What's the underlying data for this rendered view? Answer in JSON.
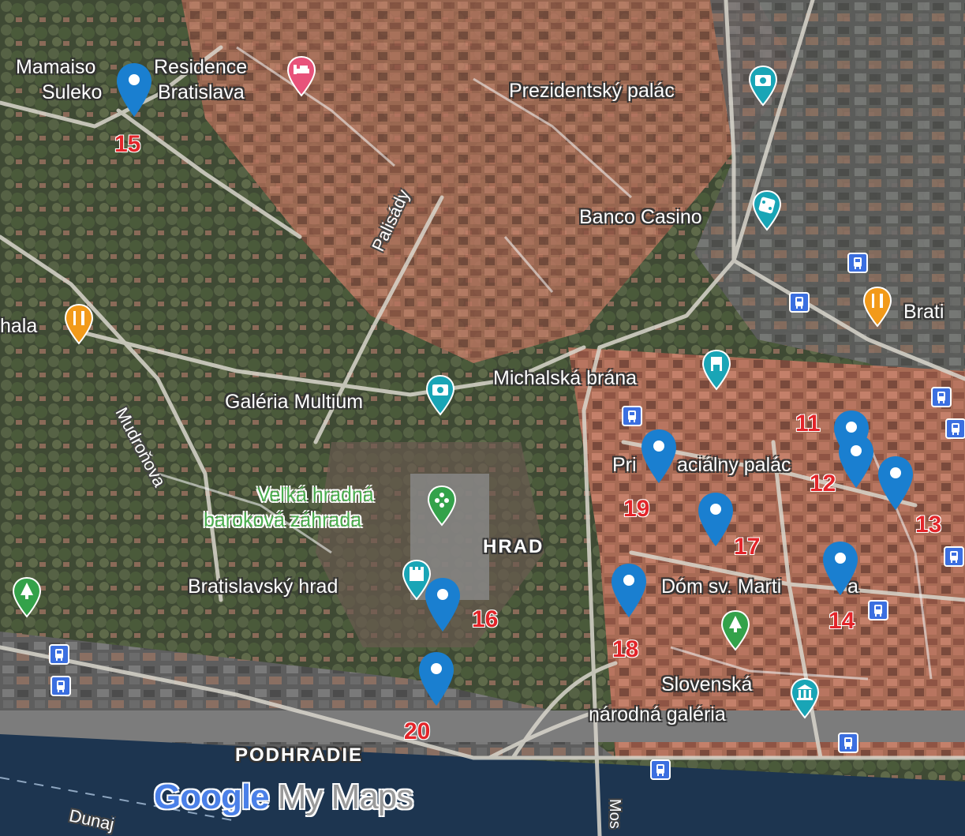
{
  "colors": {
    "marker": "#1a7fd0",
    "number": "#e3252a",
    "river": "#1d3550",
    "tram": "#3b6fe0",
    "poi_teal": "#19a5b6",
    "poi_orange": "#f29a1a",
    "poi_green": "#33a24a",
    "poi_pink": "#e8527a"
  },
  "places": {
    "mamaison": "Mamaiso",
    "residence": "Residence",
    "suleko": "Suleko",
    "bratislava": "Bratislava",
    "prezidentsky": "Prezidentský palác",
    "banco": "Banco Casino",
    "hala": "hala",
    "brati": "Brati",
    "michalska": "Michalská brána",
    "galeria": "Galéria Multium",
    "velka": "Veľká hradná",
    "barokova": "baroková záhrada",
    "hrad": "HRAD",
    "bratislavsky": "Bratislavský hrad",
    "primacialny_a": "Pri",
    "primacialny_b": "aciálny palác",
    "dom": "Dóm sv. Marti",
    "dom_end": "a",
    "slovenska": "Slovenská",
    "narodna": "národná galéria",
    "podhradie": "PODHRADIE"
  },
  "streets": {
    "palisady": "Palisády",
    "mudronova": "Mudroňova",
    "dunaj": "Dunaj",
    "most": "Mos"
  },
  "markers": [
    {
      "id": "15",
      "label": "15"
    },
    {
      "id": "11",
      "label": "11"
    },
    {
      "id": "12",
      "label": "12"
    },
    {
      "id": "13",
      "label": "13"
    },
    {
      "id": "14",
      "label": "14"
    },
    {
      "id": "16",
      "label": "16"
    },
    {
      "id": "17",
      "label": "17"
    },
    {
      "id": "18",
      "label": "18"
    },
    {
      "id": "19",
      "label": "19"
    },
    {
      "id": "20",
      "label": "20"
    }
  ],
  "icons": {
    "hotel": "bed-icon",
    "camera": "camera-icon",
    "casino": "dice-icon",
    "restaurant": "fork-knife-icon",
    "gate": "tower-icon",
    "garden": "flower-icon",
    "castle": "castle-icon",
    "park": "tree-icon",
    "museum": "museum-icon",
    "tram": "tram-icon"
  },
  "logo": {
    "google": "Google",
    "rest": " My Maps"
  }
}
